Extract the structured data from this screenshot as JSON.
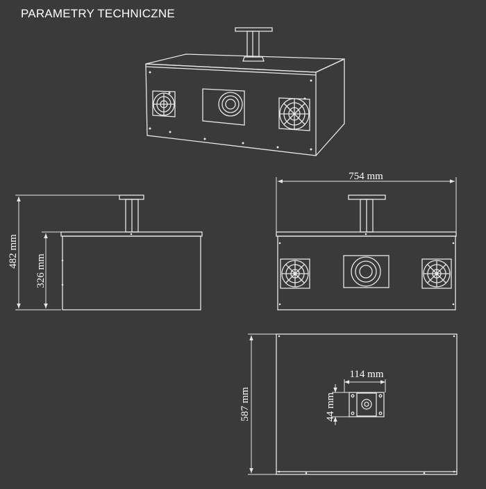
{
  "header": {
    "title": "PARAMETRY TECHNICZNE"
  },
  "dimensions": {
    "total_height": "482  mm",
    "body_height": "326  mm",
    "width": "754  mm",
    "depth": "587  mm",
    "mount_width": "114  mm",
    "mount_height": "44  mm"
  },
  "colors": {
    "background": "#3a3a3a",
    "line": "#e8e8e8",
    "text": "#ffffff"
  }
}
